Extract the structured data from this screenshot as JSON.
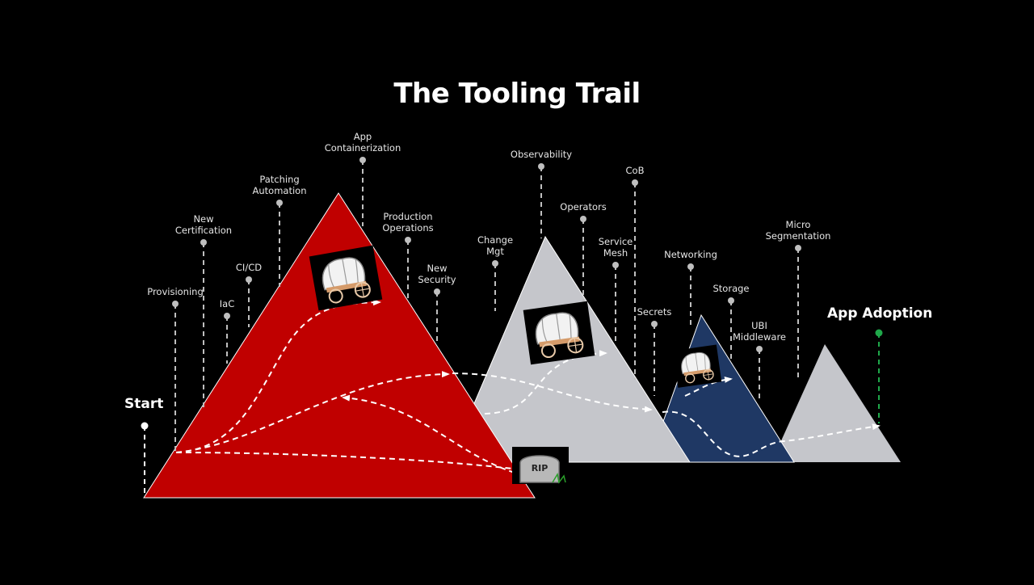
{
  "title": "The Tooling Trail",
  "start_label": "Start",
  "end_label": "App Adoption",
  "colors": {
    "background": "#000000",
    "mountain_red": "#c00000",
    "mountain_grey": "#c5c6cb",
    "mountain_navy": "#1f3864",
    "pole_grey": "#bfbfbf",
    "end_green": "#1fa84a"
  },
  "milestones": [
    {
      "label": "Provisioning"
    },
    {
      "label": "New\nCertification"
    },
    {
      "label": "IaC"
    },
    {
      "label": "CI/CD"
    },
    {
      "label": "Patching\nAutomation"
    },
    {
      "label": "App\nContainerization"
    },
    {
      "label": "Production\nOperations"
    },
    {
      "label": "New\nSecurity"
    },
    {
      "label": "Change\nMgt"
    },
    {
      "label": "Observability"
    },
    {
      "label": "Operators"
    },
    {
      "label": "Service\nMesh"
    },
    {
      "label": "CoB"
    },
    {
      "label": "Secrets"
    },
    {
      "label": "Networking"
    },
    {
      "label": "Storage"
    },
    {
      "label": "UBI\nMiddleware"
    },
    {
      "label": "Micro\nSegmentation"
    }
  ],
  "tombstone_text": "RIP",
  "icons": [
    "covered-wagon-icon",
    "covered-wagon-icon",
    "covered-wagon-icon",
    "tombstone-icon"
  ]
}
